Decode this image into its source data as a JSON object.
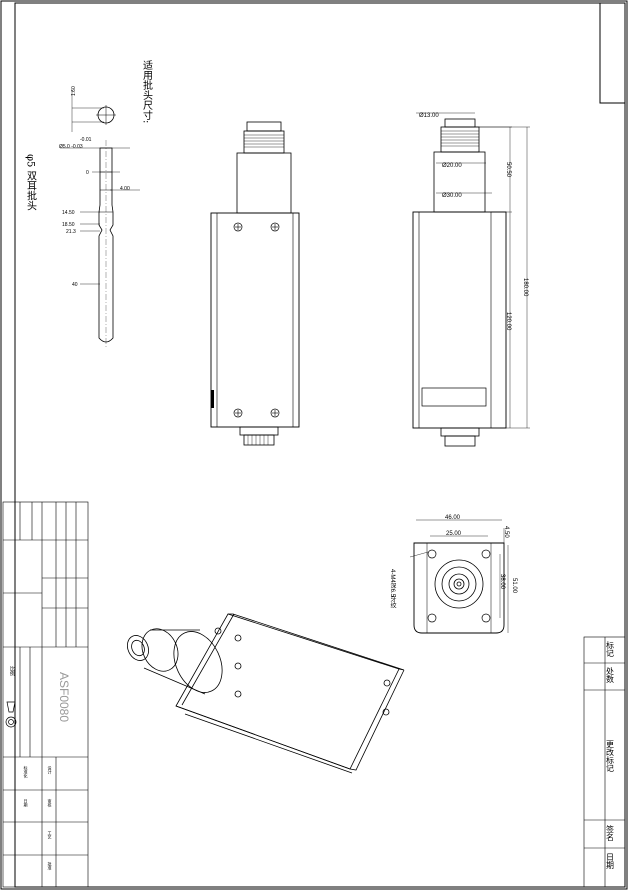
{
  "drawing": {
    "code": "ASF0080",
    "bit_title": "φ5 双耳批头",
    "bit_note": "适用批头尺寸:",
    "scale": "比例"
  },
  "bit_dims": {
    "d1": "1.60",
    "d2": "-0.01",
    "d3": "Ø5.0 -0.03",
    "d4": "0",
    "d5": "4.00",
    "d6": "14.50",
    "d7": "18.50",
    "d8": "21.3",
    "d9": "40"
  },
  "side_dims": {
    "d13": "Ø13.00",
    "d20": "Ø20.00",
    "d30": "Ø30.00",
    "h50": "50.50",
    "h180": "180.00",
    "h120": "120.00"
  },
  "end_dims": {
    "w46": "46.00",
    "w25": "25.00",
    "m4": "4-M4深6.5",
    "m4_note": "牙纹",
    "h450": "4.50",
    "h51": "51.00",
    "h38": "38.00"
  },
  "revision_block": {
    "c1": "标记",
    "c2": "处数",
    "c3": "更改标记",
    "c4": "签名",
    "c5": "日期"
  },
  "title_block": {
    "r1": "设计",
    "r2": "审核",
    "r3": "工艺",
    "r4": "批准",
    "r5": "标准化",
    "r6": "日期"
  }
}
